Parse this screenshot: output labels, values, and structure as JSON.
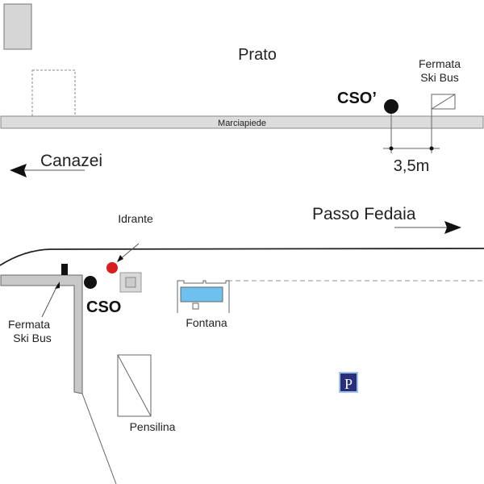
{
  "labels": {
    "prato": "Prato",
    "marciapiede": "Marciapiede",
    "cso_prime": "CSO’",
    "fermata_top_line1": "Fermata",
    "fermata_top_line2": "Ski Bus",
    "distance": "3,5m",
    "canazei": "Canazei",
    "passo_fedaia": "Passo Fedaia",
    "idrante": "Idrante",
    "cso": "CSO",
    "fermata_bottom_line1": "Fermata",
    "fermata_bottom_line2": "Ski Bus",
    "fontana": "Fontana",
    "pensilina": "Pensilina",
    "parking": "P"
  },
  "colors": {
    "sidewalk_fill": "#dcdcdc",
    "building_fill": "#d6d6d6",
    "hydrant": "#d81e1e",
    "fountain_water": "#6ec1ee",
    "parking_bg": "#2a2f7a",
    "parking_border": "#9fc4ea",
    "marker": "#111111"
  }
}
